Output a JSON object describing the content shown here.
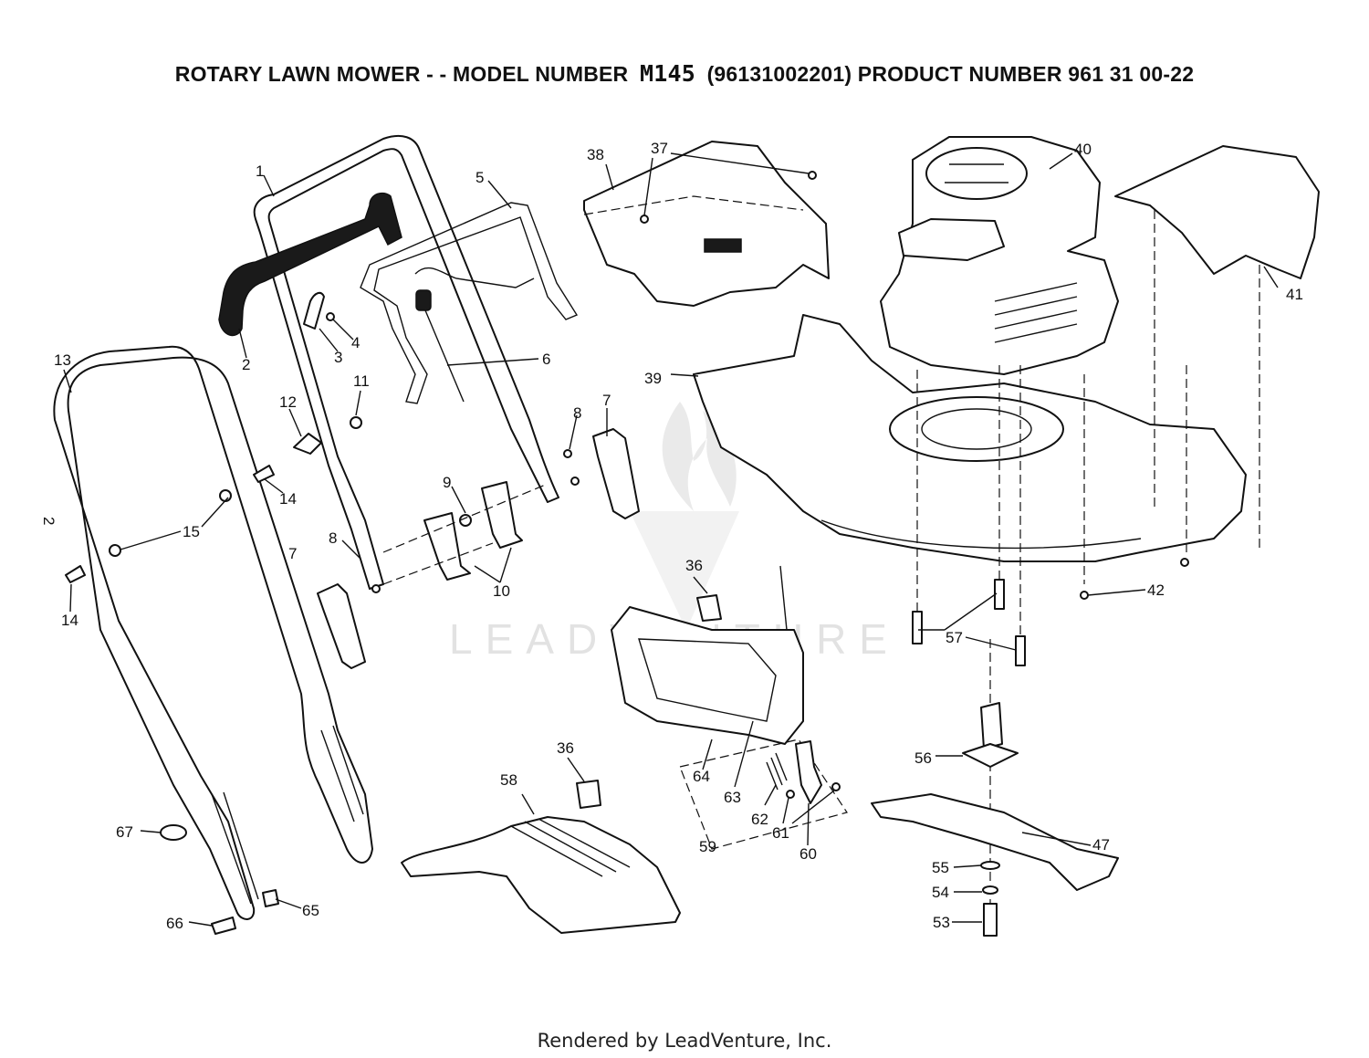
{
  "title": {
    "prefix": "ROTARY LAWN MOWER - - MODEL NUMBER",
    "model": "M145",
    "suffix": "(96131002201) PRODUCT NUMBER 961 31 00-22"
  },
  "watermark": "LEADVENTURE",
  "footer": "Rendered by LeadVenture, Inc.",
  "callouts": {
    "c1": "1",
    "c2": "2",
    "c3": "3",
    "c4": "4",
    "c5": "5",
    "c6": "6",
    "c7a": "7",
    "c7b": "7",
    "c8a": "8",
    "c8b": "8",
    "c9": "9",
    "c10": "10",
    "c11": "11",
    "c12": "12",
    "c13": "13",
    "c14a": "14",
    "c14b": "14",
    "c15": "15",
    "c36a": "36",
    "c36b": "36",
    "c37": "37",
    "c38": "38",
    "c39": "39",
    "c40": "40",
    "c41": "41",
    "c42": "42",
    "c47": "47",
    "c53": "53",
    "c54": "54",
    "c55": "55",
    "c56": "56",
    "c57": "57",
    "c58": "58",
    "c59": "59",
    "c60": "60",
    "c61": "61",
    "c62": "62",
    "c63": "63",
    "c64": "64",
    "c65": "65",
    "c66": "66",
    "c67": "67",
    "side": "2"
  }
}
